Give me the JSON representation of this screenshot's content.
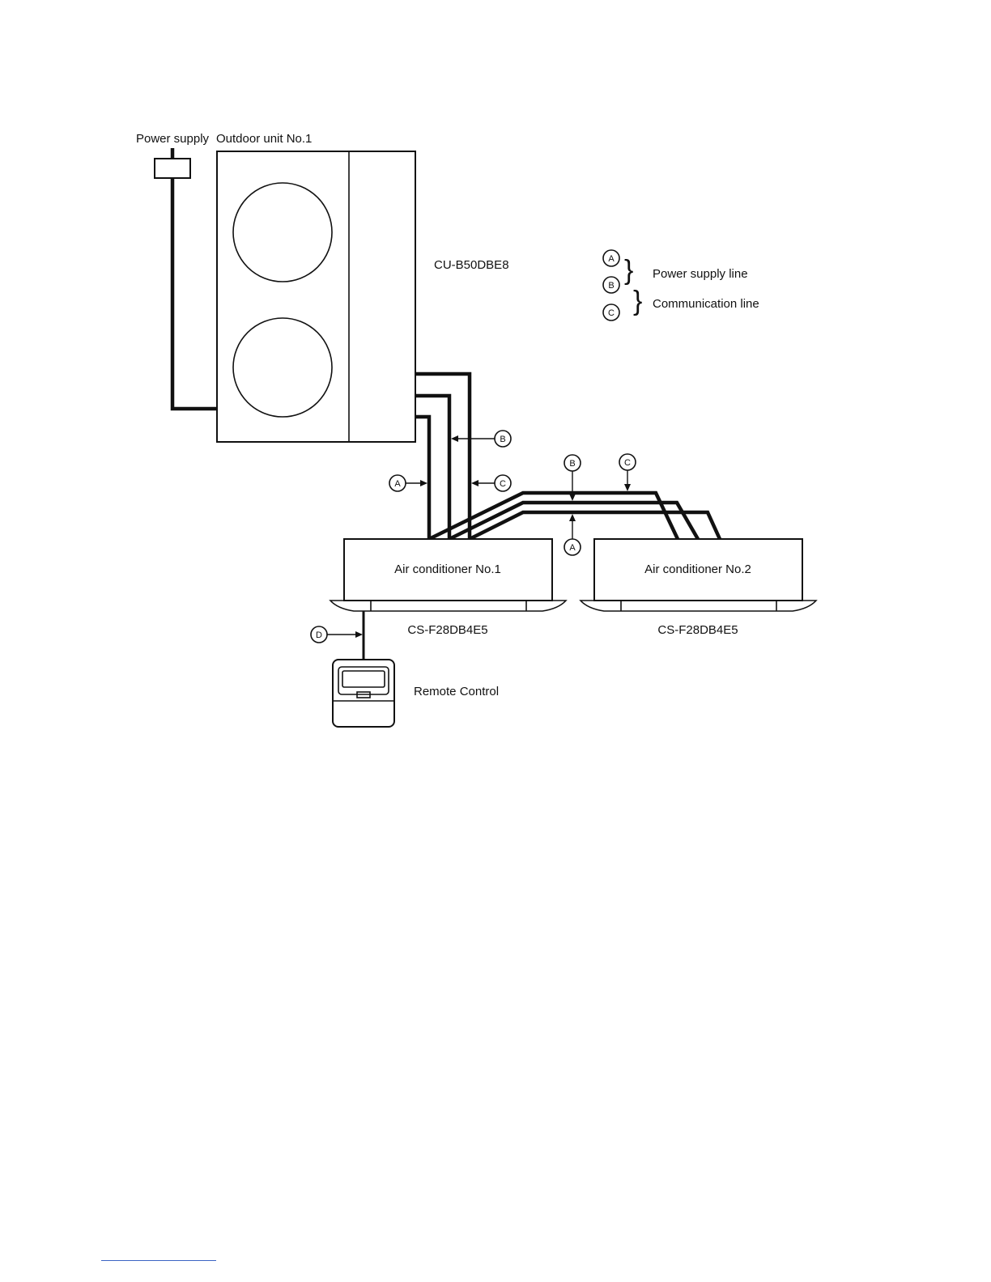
{
  "labels": {
    "power_supply": "Power supply",
    "outdoor_unit": "Outdoor unit No.1",
    "outdoor_model": "CU-B50DBE8",
    "ac1": "Air conditioner No.1",
    "ac2": "Air conditioner No.2",
    "ac1_model": "CS-F28DB4E5",
    "ac2_model": "CS-F28DB4E5",
    "remote": "Remote Control"
  },
  "legend": {
    "power_supply_line": "Power supply line",
    "communication_line": "Communication line",
    "brace": "}"
  },
  "markers": {
    "a": "A",
    "b": "B",
    "c": "C",
    "d": "D"
  }
}
